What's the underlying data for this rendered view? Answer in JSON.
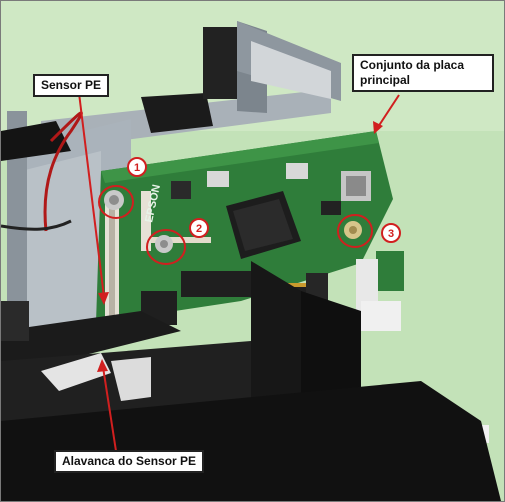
{
  "labels": {
    "sensor_pe": "Sensor PE",
    "conjunto": "Conjunto da placa principal",
    "alavanca": "Alavanca do Sensor PE",
    "board_text": "EPSON"
  },
  "markers": [
    "1",
    "2",
    "3"
  ],
  "colors": {
    "background": "#bfe0b5",
    "pcb": "#2f7d3a",
    "marker_red": "#d11f1f",
    "arrow_red": "#d11f1f",
    "frame_metal": "#9aa3ac",
    "plastic_black": "#151515"
  }
}
